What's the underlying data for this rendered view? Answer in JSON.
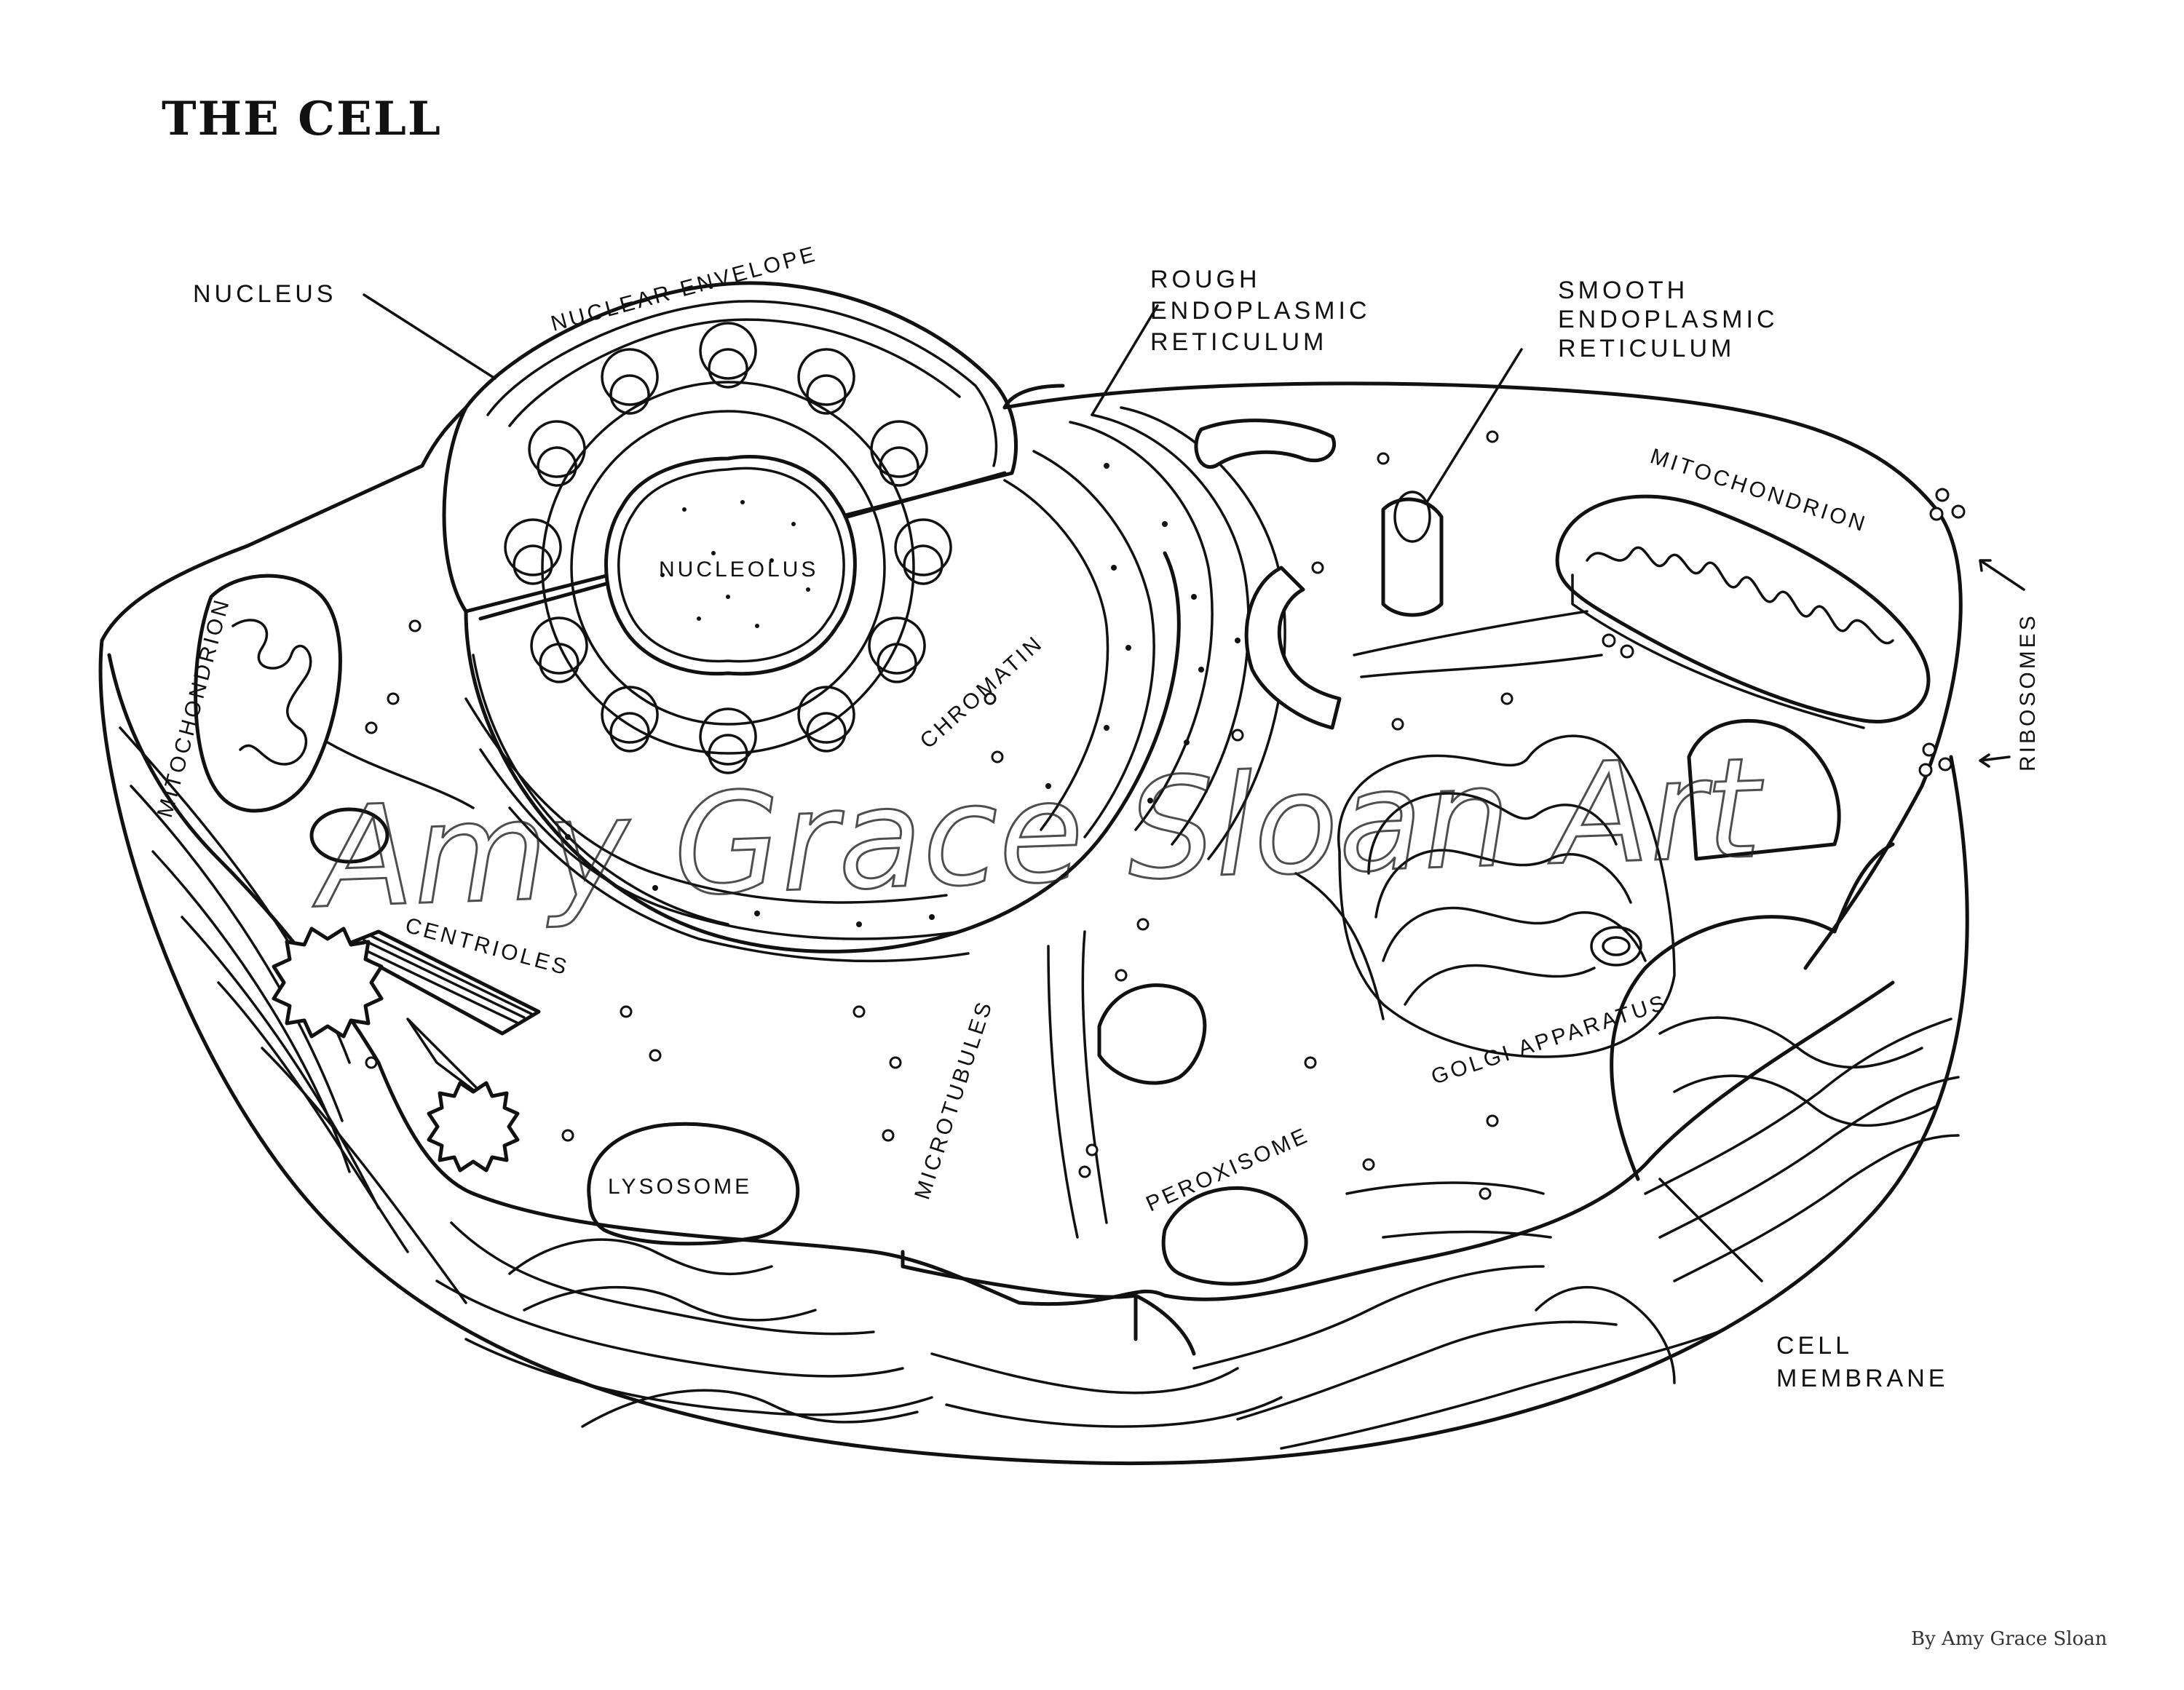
{
  "title": "THE CELL",
  "labels": {
    "nucleus": "NUCLEUS",
    "nuclear_envelope": "NUCLEAR ENVELOPE",
    "nucleolus": "NUCLEOLUS",
    "chromatin": "CHROMATIN",
    "rough_er": [
      "ROUGH",
      "ENDOPLASMIC",
      "RETICULUM"
    ],
    "smooth_er": [
      "SMOOTH",
      "ENDOPLASMIC",
      "RETICULUM"
    ],
    "mitochondrion_right": "MITOCHONDRION",
    "mitochondrion_left": "MITOCHONDRION",
    "ribosomes": "RIBOSOMES",
    "centrioles": "CENTRIOLES",
    "microtubules": "MICROTUBULES",
    "golgi": "GOLGI APPARATUS",
    "lysosome": "LYSOSOME",
    "peroxisome": "PEROXISOME",
    "cell_membrane": [
      "CELL",
      "MEMBRANE"
    ]
  },
  "watermark": "Amy Grace Sloan Art",
  "credit": "By Amy Grace Sloan"
}
